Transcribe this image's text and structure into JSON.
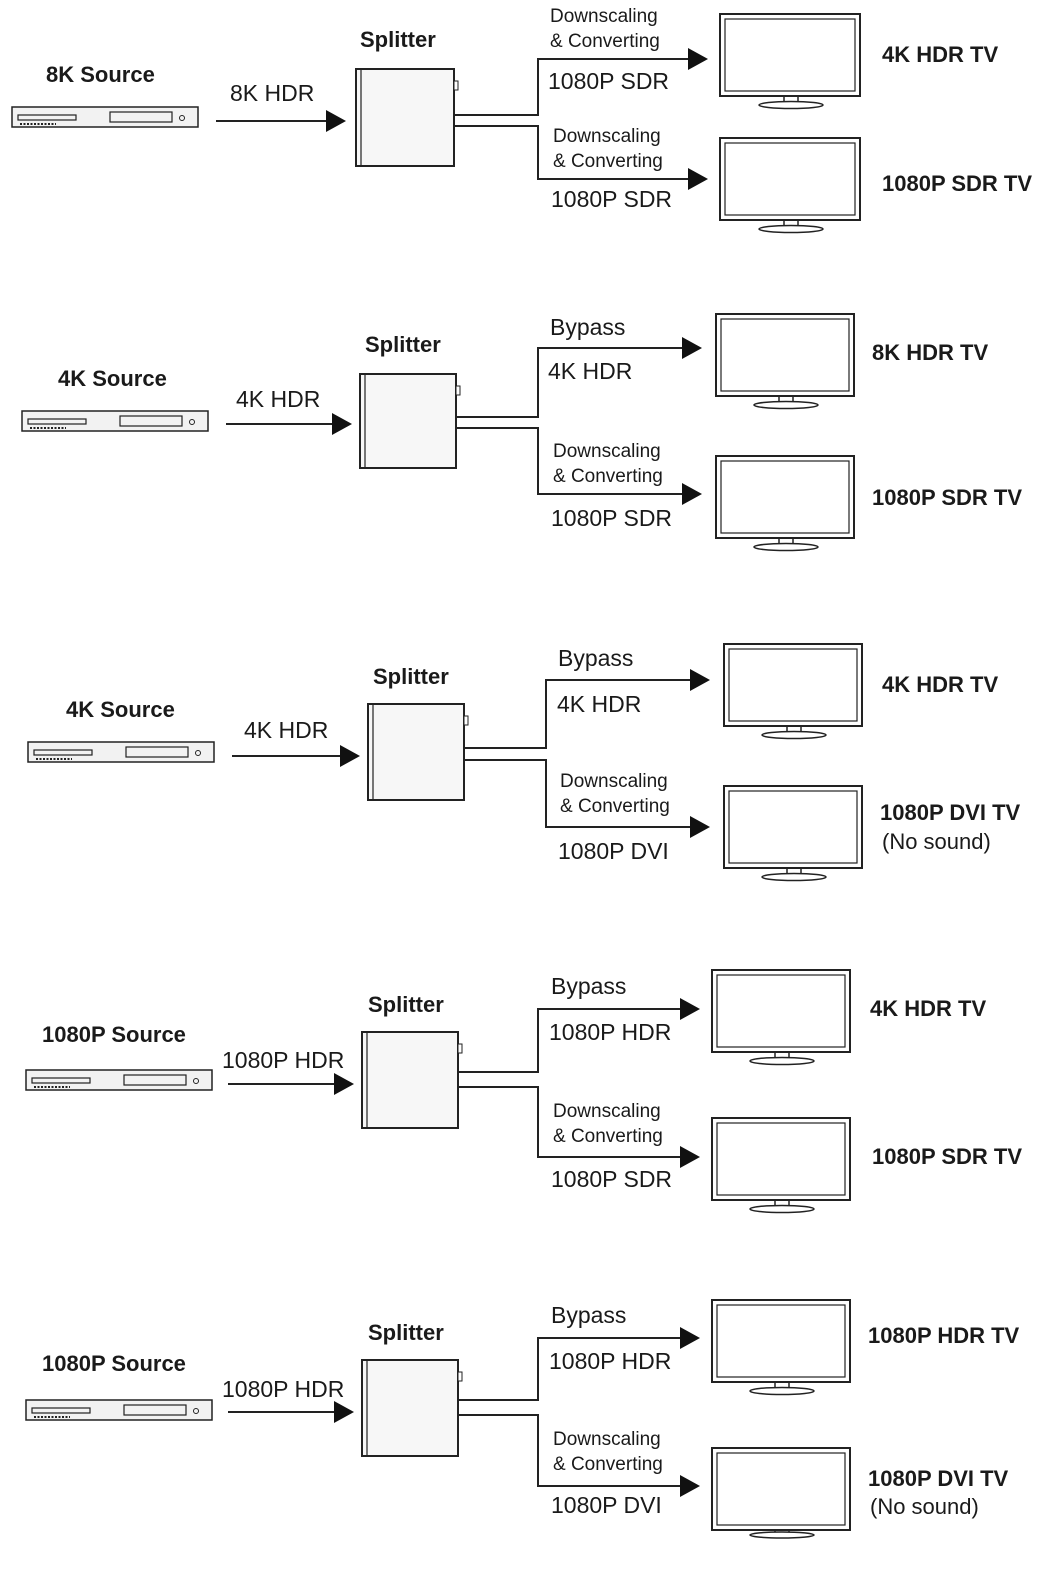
{
  "scenarios": [
    {
      "source": "8K Source",
      "input_signal": "8K HDR",
      "splitter": "Splitter",
      "outputs": [
        {
          "process_line1": "Downscaling",
          "process_line2": "& Converting",
          "signal": "1080P SDR",
          "tv": "4K HDR TV",
          "note": ""
        },
        {
          "process_line1": "Downscaling",
          "process_line2": "& Converting",
          "signal": "1080P SDR",
          "tv": "1080P SDR TV",
          "note": ""
        }
      ]
    },
    {
      "source": "4K Source",
      "input_signal": "4K HDR",
      "splitter": "Splitter",
      "outputs": [
        {
          "process_line1": "Bypass",
          "process_line2": "",
          "signal": "4K HDR",
          "tv": "8K HDR TV",
          "note": ""
        },
        {
          "process_line1": "Downscaling",
          "process_line2": "& Converting",
          "signal": "1080P SDR",
          "tv": "1080P SDR TV",
          "note": ""
        }
      ]
    },
    {
      "source": "4K Source",
      "input_signal": "4K HDR",
      "splitter": "Splitter",
      "outputs": [
        {
          "process_line1": "Bypass",
          "process_line2": "",
          "signal": "4K HDR",
          "tv": "4K HDR TV",
          "note": ""
        },
        {
          "process_line1": "Downscaling",
          "process_line2": "& Converting",
          "signal": "1080P DVI",
          "tv": "1080P DVI TV",
          "note": "(No sound)"
        }
      ]
    },
    {
      "source": "1080P Source",
      "input_signal": "1080P HDR",
      "splitter": "Splitter",
      "outputs": [
        {
          "process_line1": "Bypass",
          "process_line2": "",
          "signal": "1080P HDR",
          "tv": "4K HDR TV",
          "note": ""
        },
        {
          "process_line1": "Downscaling",
          "process_line2": "& Converting",
          "signal": "1080P SDR",
          "tv": "1080P SDR TV",
          "note": ""
        }
      ]
    },
    {
      "source": "1080P Source",
      "input_signal": "1080P HDR",
      "splitter": "Splitter",
      "outputs": [
        {
          "process_line1": "Bypass",
          "process_line2": "",
          "signal": "1080P HDR",
          "tv": "1080P HDR TV",
          "note": ""
        },
        {
          "process_line1": "Downscaling",
          "process_line2": "& Converting",
          "signal": "1080P DVI",
          "tv": "1080P DVI TV",
          "note": "(No sound)"
        }
      ]
    }
  ]
}
